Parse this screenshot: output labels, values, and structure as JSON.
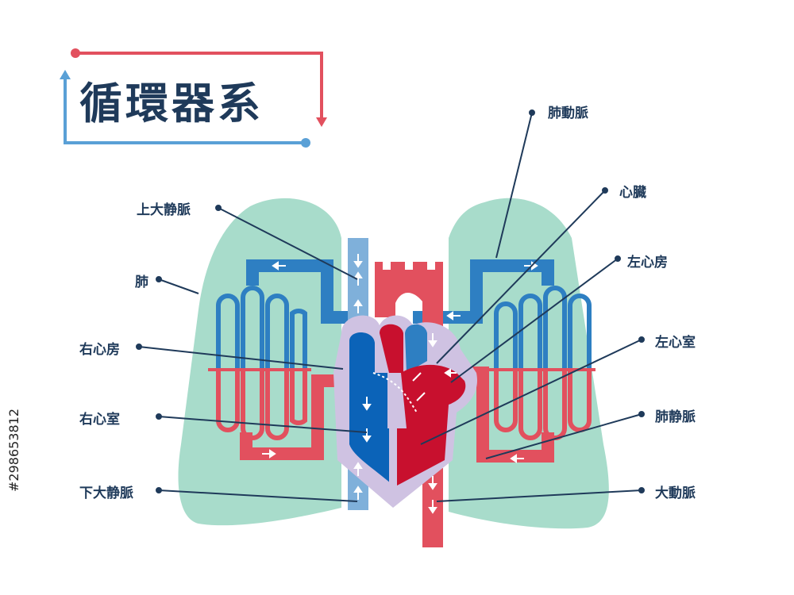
{
  "title": "循環器系",
  "labels": {
    "superior_vena_cava": "上大静脈",
    "lung": "肺",
    "right_atrium": "右心房",
    "right_ventricle": "右心室",
    "inferior_vena_cava": "下大静脈",
    "pulmonary_artery": "肺動脈",
    "heart": "心臓",
    "left_atrium": "左心房",
    "left_ventricle": "左心室",
    "pulmonary_vein": "肺静脈",
    "aorta": "大動脈"
  },
  "stock_id": "#298653812",
  "colors": {
    "lung": "#a8dccb",
    "venous_blue": "#2e7fc2",
    "venous_light": "#7fb0da",
    "arterial_red": "#e2505e",
    "heart_dark_red": "#c8102e",
    "heart_dark_blue": "#0b63b8",
    "heart_outline": "#cfc2e2",
    "text": "#1f3a5a"
  }
}
